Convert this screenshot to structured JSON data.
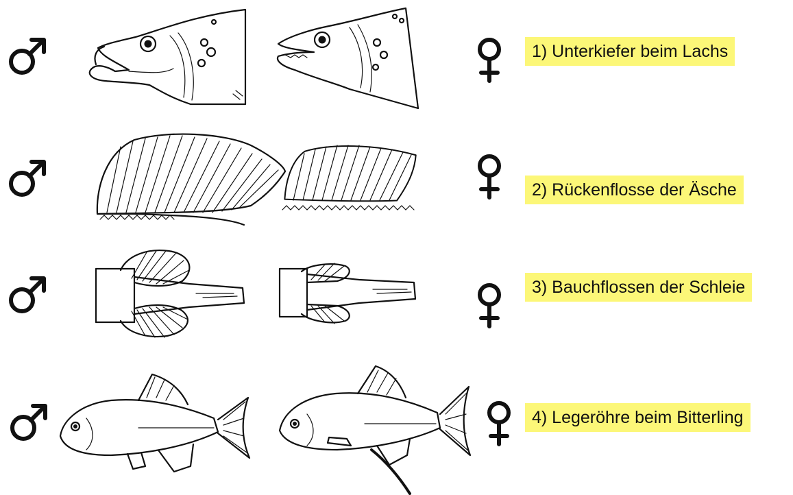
{
  "colors": {
    "label_background": "#fcf778",
    "ink": "#111111"
  },
  "symbols": {
    "male": "male-symbol",
    "female": "female-symbol"
  },
  "rows": [
    {
      "label": "1) Unterkiefer beim Lachs",
      "drawings": {
        "male": "salmon-head-male",
        "female": "salmon-head-female"
      }
    },
    {
      "label": "2) Rückenflosse der Äsche",
      "drawings": {
        "male": "grayling-dorsal-fin-male",
        "female": "grayling-dorsal-fin-female"
      }
    },
    {
      "label": "3) Bauchflossen der Schleie",
      "drawings": {
        "male": "tench-pelvic-fins-male",
        "female": "tench-pelvic-fins-female"
      }
    },
    {
      "label": "4) Legeröhre beim Bitterling",
      "drawings": {
        "male": "bitterling-male",
        "female": "bitterling-female-ovipositor"
      }
    }
  ]
}
